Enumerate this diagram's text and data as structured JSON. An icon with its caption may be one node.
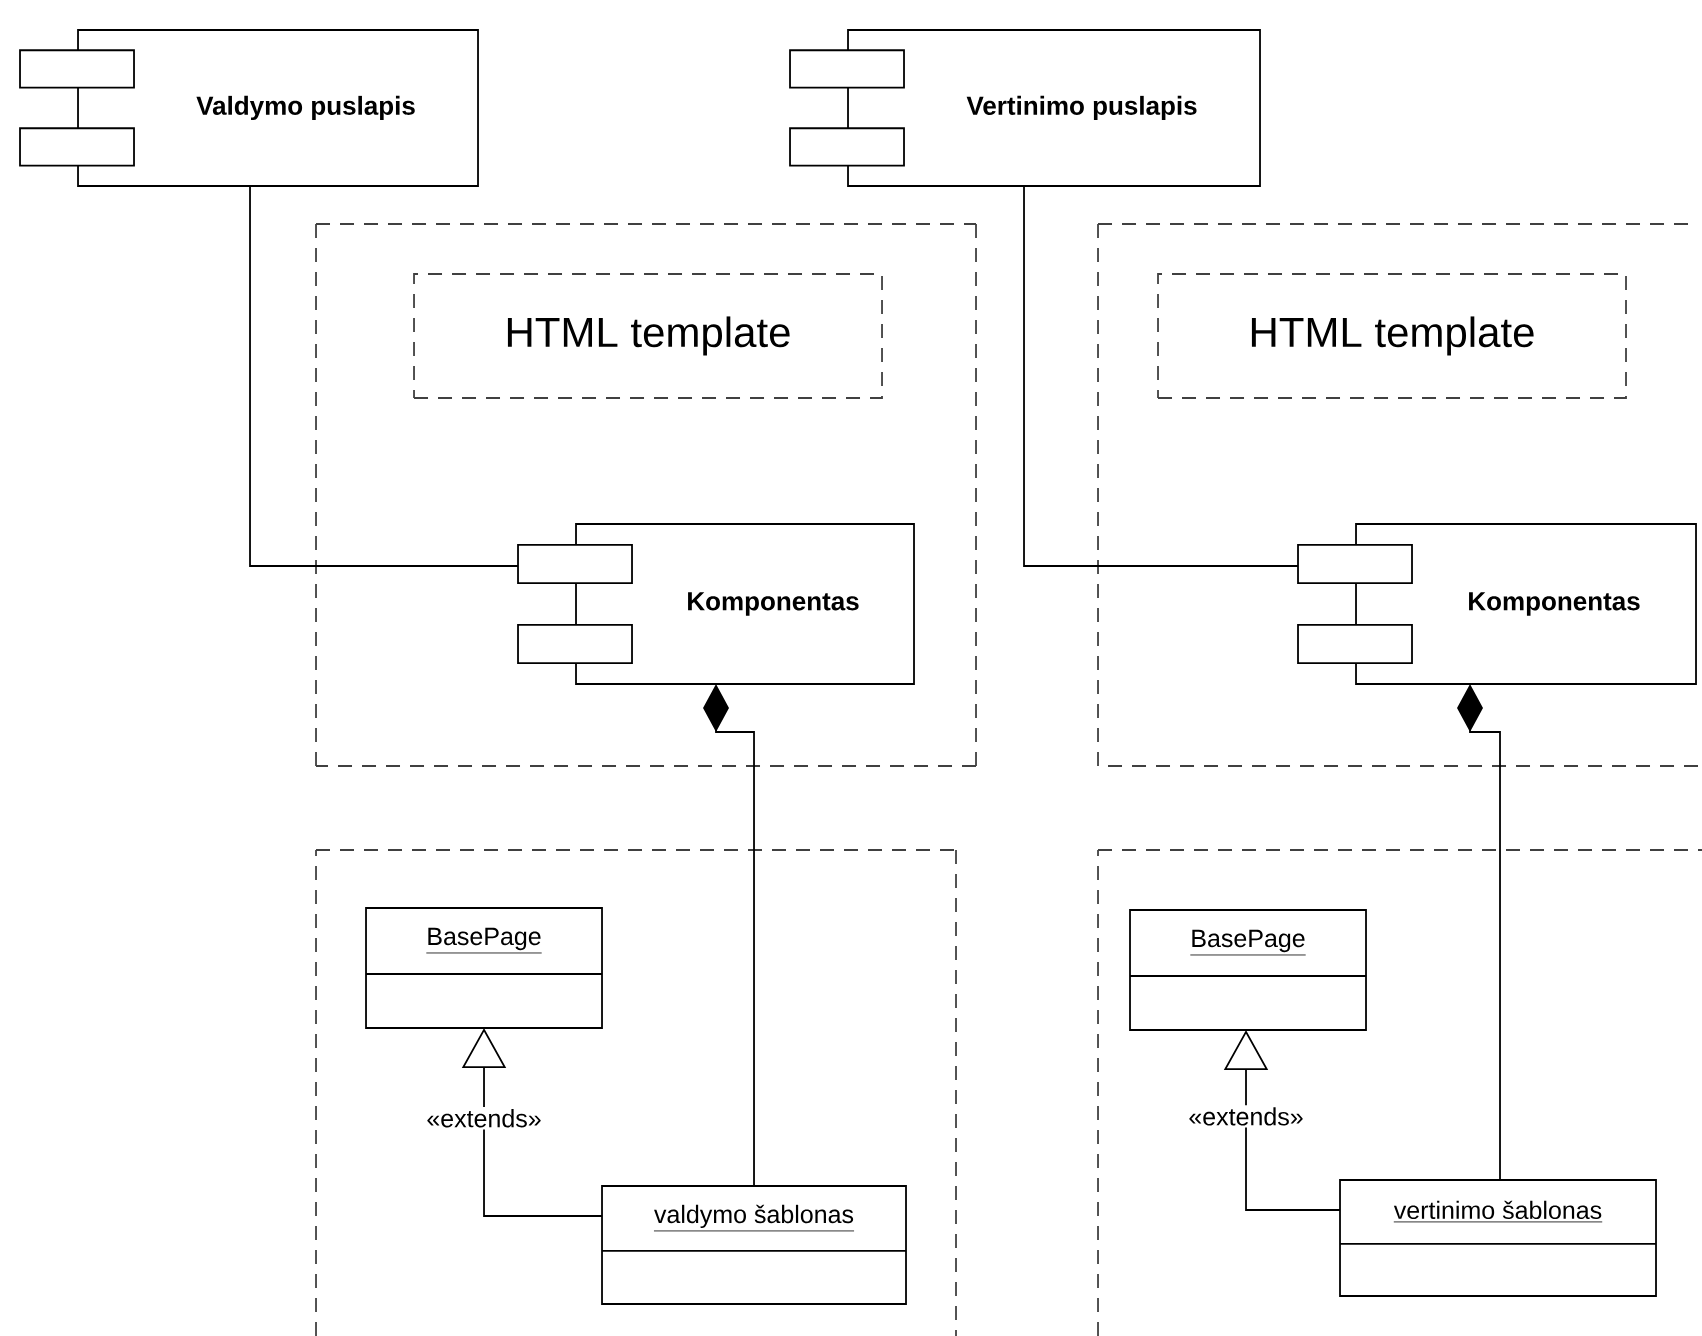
{
  "diagram": {
    "nodes": [
      {
        "text": [
          "Valdymo puslapis"
        ]
      },
      {
        "text": [
          "Vertinimo puslapis"
        ]
      },
      {
        "text": [],
        "shape": "box"
      },
      {
        "text": [
          "HTML template"
        ],
        "in": 2
      },
      {
        "text": [
          "Komponentas"
        ],
        "in": 2
      },
      {
        "text": [],
        "shape": "box"
      },
      {
        "text": [
          "HTML template"
        ],
        "in": 5
      },
      {
        "text": [
          "Komponentas"
        ],
        "in": 5
      },
      {
        "text": [],
        "shape": "box"
      },
      {
        "text": [
          "BasePage"
        ],
        "in": 8
      },
      {
        "text": [
          "valdymo šablonas"
        ],
        "in": 8
      },
      {
        "text": [],
        "shape": "box"
      },
      {
        "text": [
          "BasePage"
        ],
        "in": 11
      },
      {
        "text": [
          "vertinimo šablonas"
        ],
        "in": 11
      }
    ],
    "edges": [
      {
        "from": 0,
        "to": 4,
        "arrow": "none"
      },
      {
        "from": 1,
        "to": 7,
        "arrow": "none"
      },
      {
        "from": 10,
        "to": 4,
        "arrow": "other"
      },
      {
        "from": 10,
        "to": 9,
        "arrow": "to",
        "label": "«extends»"
      },
      {
        "from": 13,
        "to": 7,
        "arrow": "other"
      },
      {
        "from": 13,
        "to": 12,
        "arrow": "to",
        "label": "«extends»"
      }
    ]
  }
}
